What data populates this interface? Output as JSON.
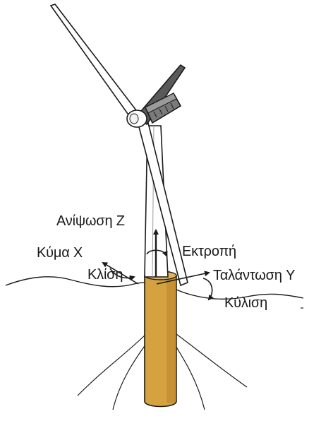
{
  "figure": {
    "colors": {
      "outline": "#1a1a1a",
      "foundation_fill": "#d4a23f",
      "foundation_shade": "#b9842a",
      "nacelle_fill": "#6a6a6a",
      "blade_fill": "#ffffff"
    }
  },
  "labels": {
    "heave": "Ανίψωση Z",
    "surge": "Κύμα X",
    "yaw": "Εκτροπή",
    "sway": "Ταλάντωση Y",
    "pitch": "Κλίση",
    "roll": "Κύλιση"
  }
}
